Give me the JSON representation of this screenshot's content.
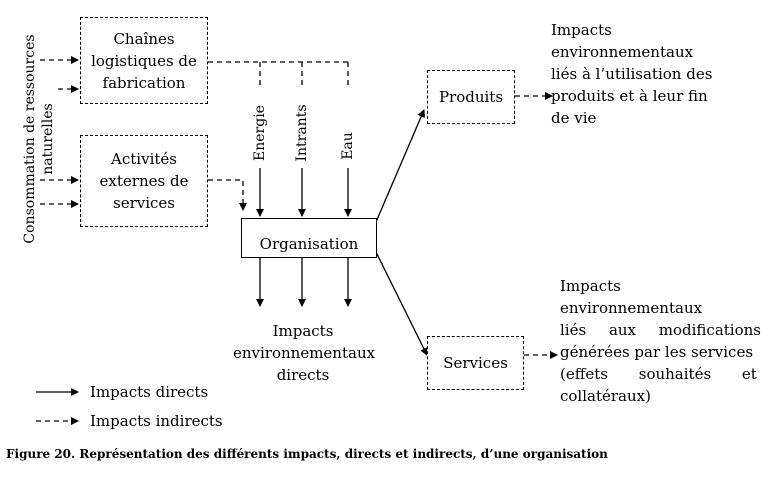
{
  "left_label": {
    "line1": "Consommation de ressources",
    "line2": "naturelles"
  },
  "boxes": {
    "chaines": [
      "Chaînes",
      "logistiques de",
      "fabrication"
    ],
    "activites": [
      "Activités",
      "externes de",
      "services"
    ],
    "organisation": "Organisation",
    "produits": "Produits",
    "services": "Services"
  },
  "inputs": {
    "energie": "Energie",
    "intrants": "Intrants",
    "eau": "Eau"
  },
  "impacts_directs_text": [
    "Impacts",
    "environnementaux",
    "directs"
  ],
  "impacts_produits_text": [
    "Impacts",
    "environnementaux",
    "liés à l’utilisation des",
    "produits et à leur fin",
    "de vie"
  ],
  "impacts_services_text": [
    "Impacts environnementaux",
    "liés aux modifications",
    "générées par les services",
    "(effets souhaités et",
    "collatéraux)"
  ],
  "legend": {
    "direct": "Impacts directs",
    "indirect": "Impacts indirects"
  },
  "caption": "Figure 20. Représentation des différents impacts, directs et indirects, d’une organisation"
}
